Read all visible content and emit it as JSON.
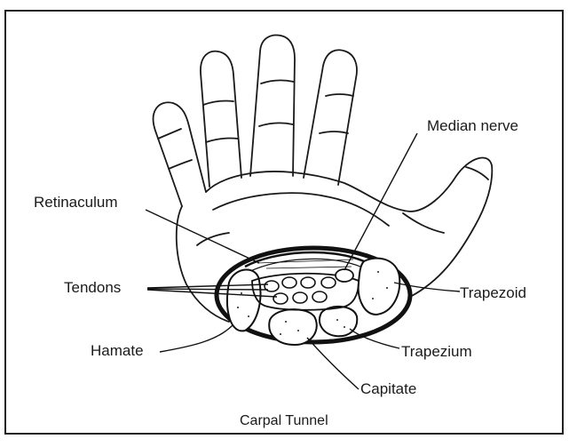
{
  "figure": {
    "caption": "Carpal Tunnel",
    "labels": {
      "median_nerve": "Median nerve",
      "retinaculum": "Retinaculum",
      "tendons": "Tendons",
      "hamate": "Hamate",
      "trapezoid": "Trapezoid",
      "trapezium": "Trapezium",
      "capitate": "Capitate"
    }
  }
}
